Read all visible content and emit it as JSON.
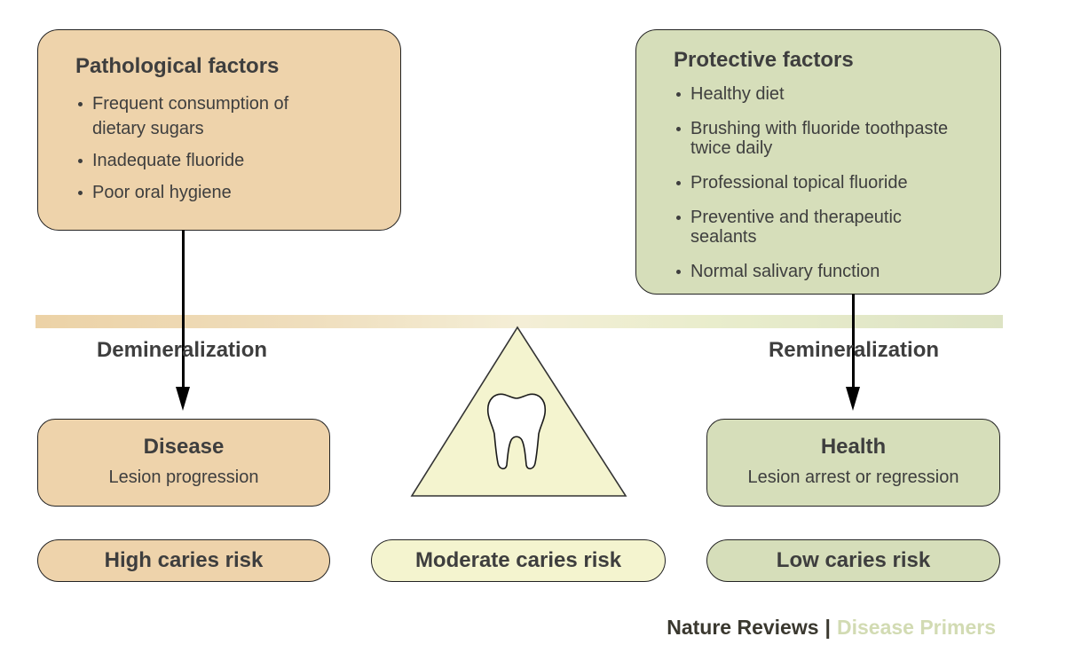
{
  "pathological": {
    "title": "Pathological factors",
    "items": [
      "Frequent consumption of dietary sugars",
      "Inadequate fluoride",
      "Poor oral hygiene"
    ]
  },
  "protective": {
    "title": "Protective factors",
    "items": [
      "Healthy diet",
      "Brushing with fluoride toothpaste twice daily",
      "Professional topical fluoride",
      "Preventive and therapeutic sealants",
      "Normal salivary function"
    ]
  },
  "labels": {
    "demineralization": "Demineralization",
    "remineralization": "Remineralization"
  },
  "disease": {
    "title": "Disease",
    "subtitle": "Lesion progression"
  },
  "health": {
    "title": "Health",
    "subtitle": "Lesion arrest or regression"
  },
  "pills": {
    "high": "High caries risk",
    "moderate": "Moderate caries risk",
    "low": "Low caries risk"
  },
  "footer": {
    "journal": "Nature Reviews",
    "separator": "|",
    "section": "Disease Primers"
  },
  "icons": {
    "tooth": "tooth-icon",
    "fulcrum": "balance-triangle",
    "arrows": "down-arrow"
  },
  "colors": {
    "tan": "#eed3ab",
    "green": "#d6deba",
    "pale": "#f4f4cf",
    "ink": "#3e3e3e",
    "bar_left": "#ecd2a6",
    "bar_right": "#dde3c4",
    "footer_green": "#d2dbb3"
  }
}
